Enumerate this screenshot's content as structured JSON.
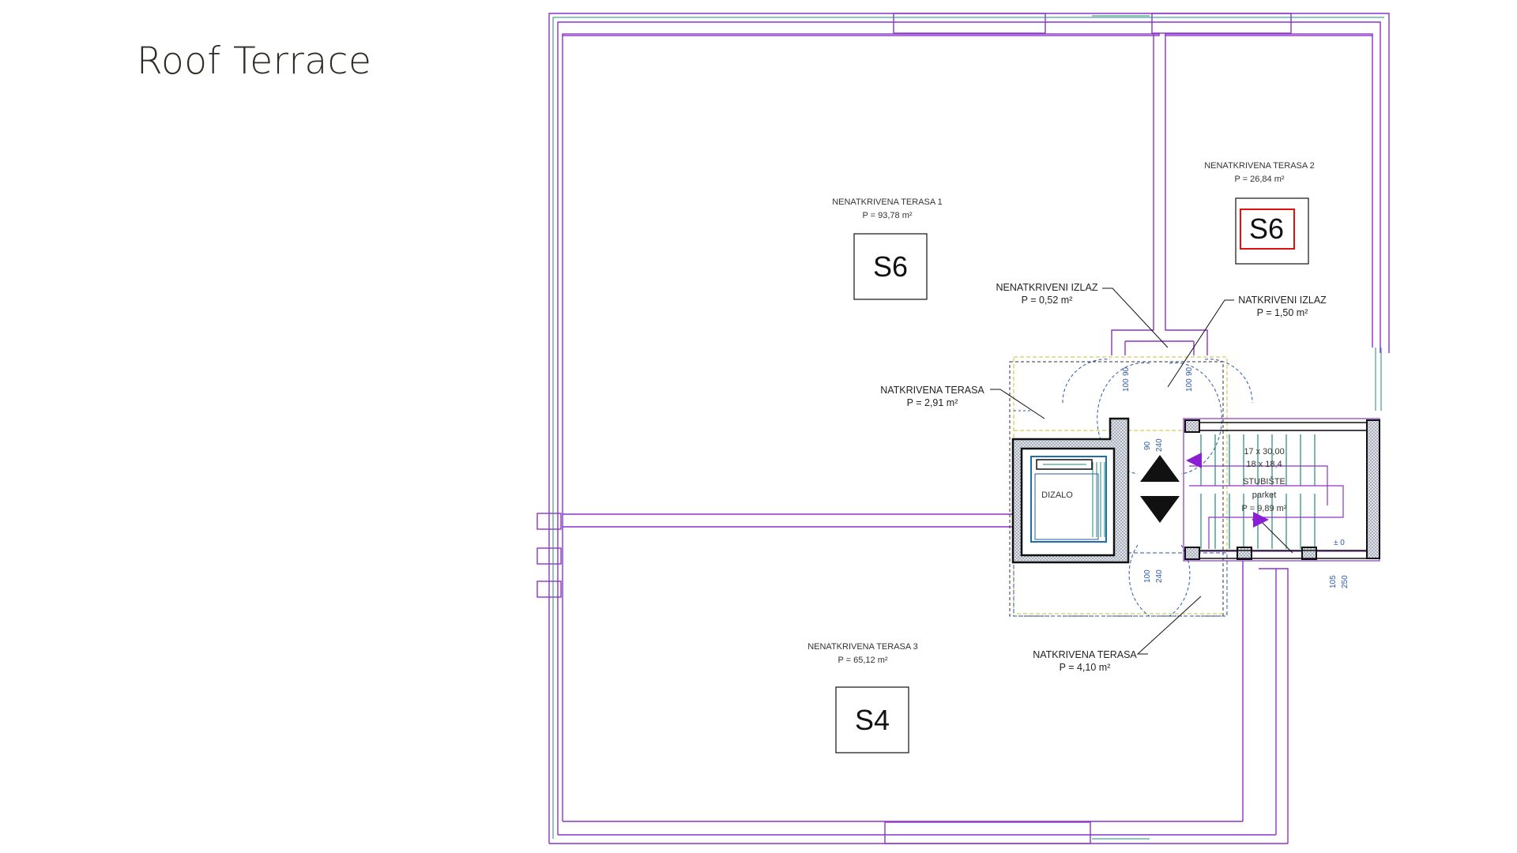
{
  "page": {
    "title": "Roof Terrace"
  },
  "rooms": {
    "terrace1": {
      "name": "NENATKRIVENA TERASA 1",
      "area": "P = 93,78 m²"
    },
    "terrace2": {
      "name": "NENATKRIVENA TERASA 2",
      "area": "P = 26,84 m²"
    },
    "terrace3": {
      "name": "NENATKRIVENA TERASA 3",
      "area": "P = 65,12 m²"
    },
    "exit_uncovered": {
      "name": "NENATKRIVENI IZLAZ",
      "area": "P = 0,52 m²"
    },
    "exit_covered": {
      "name": "NATKRIVENI IZLAZ",
      "area": "P = 1,50 m²"
    },
    "covered_terrace_a": {
      "name": "NATKRIVENA TERASA",
      "area": "P = 2,91 m²"
    },
    "covered_terrace_b": {
      "name": "NATKRIVENA TERASA",
      "area": "P = 4,10 m²"
    },
    "elevator": {
      "name": "DIZALO"
    },
    "stairs": {
      "steps_a": "17 x 30,00",
      "steps_b": "18 x 18,4",
      "name": "STUBIŠTE",
      "floor": "parket",
      "area": "P = 9,89 m²"
    }
  },
  "unit_tags": {
    "terrace1": "S6",
    "terrace2": "S6",
    "terrace3": "S4"
  },
  "dimensions": {
    "d1": "90",
    "d2": "100",
    "d3": "90",
    "d4": "100",
    "d5": "90",
    "d6": "240",
    "d7": "100",
    "d8": "240",
    "d9": "105",
    "d10": "250",
    "d11": "± 0"
  },
  "colors": {
    "wall": "#8a35c8",
    "glass": "#1e8c7c",
    "dim": "#2a5aa8",
    "highlight": "#e01010",
    "accent_arrow": "#8a1fd6",
    "yellow": "#c9c23a"
  }
}
